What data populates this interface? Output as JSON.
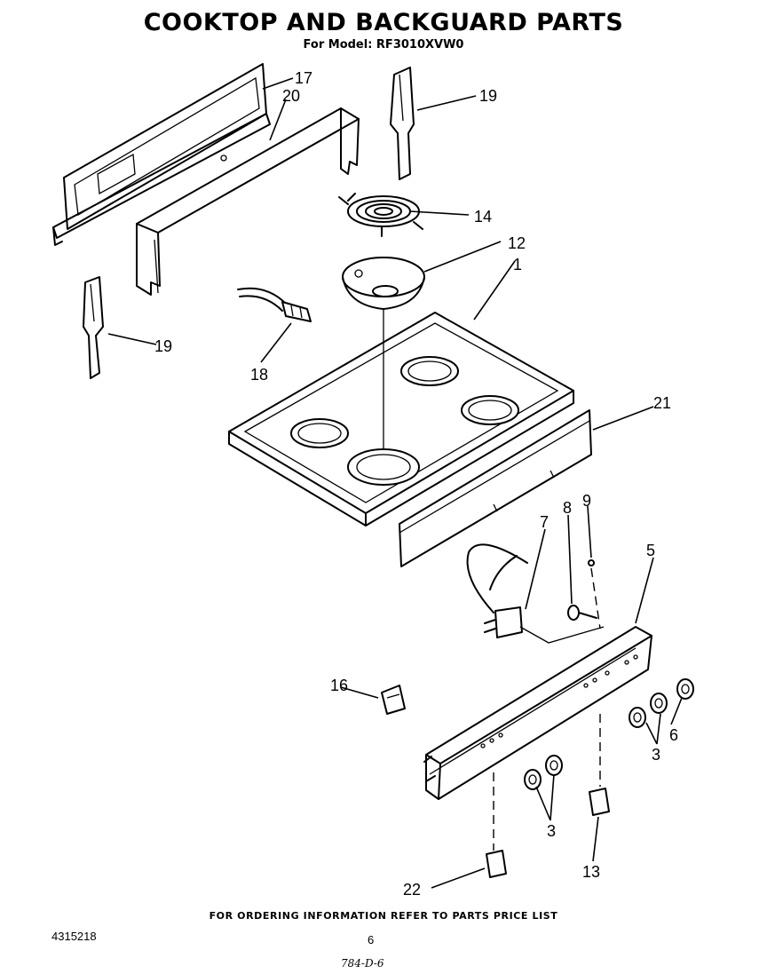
{
  "title": "COOKTOP AND BACKGUARD PARTS",
  "subtitle": "For Model: RF3010XVW0",
  "footer_note": "FOR ORDERING INFORMATION REFER TO PARTS PRICE LIST",
  "document_number": "4315218",
  "page_number": "6",
  "handwritten_note": "784-D-6",
  "callouts": {
    "c17": "17",
    "c20": "20",
    "c19a": "19",
    "c19b": "19",
    "c14": "14",
    "c12": "12",
    "c1": "1",
    "c18": "18",
    "c21": "21",
    "c8": "8",
    "c9": "9",
    "c7": "7",
    "c5": "5",
    "c16": "16",
    "c6": "6",
    "c3a": "3",
    "c3b": "3",
    "c13": "13",
    "c22": "22"
  }
}
